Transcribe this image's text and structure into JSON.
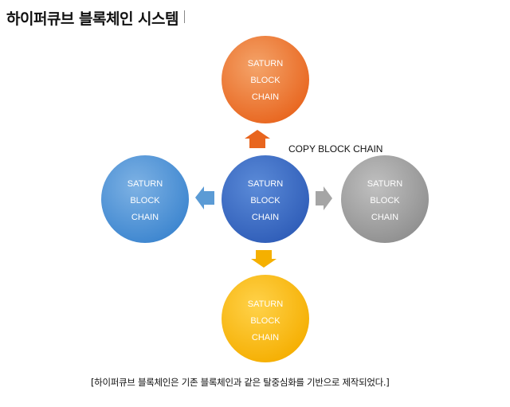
{
  "title": "하이퍼큐브 블록체인 시스템",
  "copy_label": "COPY BLOCK CHAIN",
  "caption": "[하이퍼큐브 블록체인은 기존 블록체인과 같은 탈중심화를 기반으로 제작되었다.]",
  "nodes": {
    "top": {
      "lines": [
        "SATURN",
        "BLOCK",
        "CHAIN"
      ],
      "color": "#ED7D31"
    },
    "center": {
      "lines": [
        "SATURN",
        "BLOCK",
        "CHAIN"
      ],
      "color": "#4472C4"
    },
    "left": {
      "lines": [
        "SATURN",
        "BLOCK",
        "CHAIN"
      ],
      "color": "#5B9BD5"
    },
    "right": {
      "lines": [
        "SATURN",
        "BLOCK",
        "CHAIN"
      ],
      "color": "#A5A5A5"
    },
    "bottom": {
      "lines": [
        "SATURN",
        "BLOCK",
        "CHAIN"
      ],
      "color": "#FFC000"
    }
  }
}
